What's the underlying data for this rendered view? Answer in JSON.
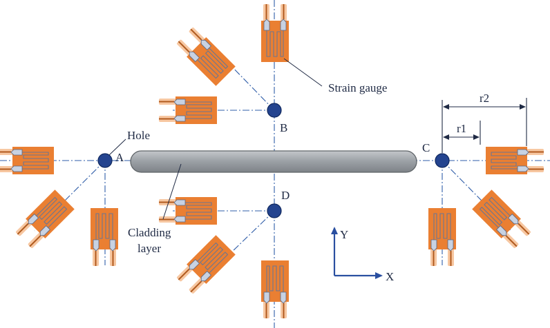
{
  "labels": {
    "strain_gauge": "Strain gauge",
    "hole": "Hole",
    "cladding_line1": "Cladding",
    "cladding_line2": "layer",
    "point_a": "A",
    "point_b": "B",
    "point_c": "C",
    "point_d": "D",
    "r1": "r1",
    "r2": "r2",
    "axis_x": "X",
    "axis_y": "Y"
  },
  "colors": {
    "gauge_base": "#ea7f32",
    "centerline": "#2f5da8",
    "hole": "#24448f",
    "cladding": "#9ea3a8",
    "text": "#1f2a44"
  }
}
